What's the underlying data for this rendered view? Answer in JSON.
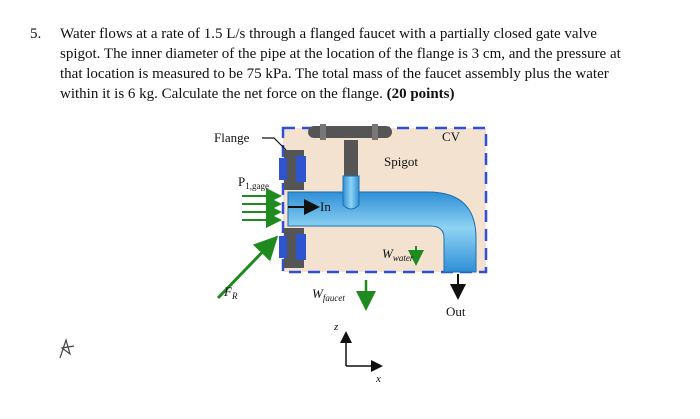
{
  "problem": {
    "number": "5.",
    "body": "Water flows at a rate of 1.5 L/s through a flanged faucet with a partially closed gate valve\nspigot. The inner diameter of the pipe at the location of the flange is 3 cm, and the pressure at\nthat location is measured to be 75 kPa. The total mass of the faucet assembly plus the water\nwithin it is 6 kg. Calculate the net force on the flange.",
    "points": "(20 points)"
  },
  "figure": {
    "flange_label": "Flange",
    "cv_label": "CV",
    "spigot_label": "Spigot",
    "p_label_main": "P",
    "p_label_sub": "1,gage",
    "in_label": "In",
    "fr_label": "F",
    "fr_sub": "R",
    "wfaucet_main": "W",
    "wfaucet_sub": "faucet",
    "wwater_main": "W",
    "wwater_sub": "water",
    "out_label": "Out",
    "z_label": "z",
    "x_label": "x",
    "colors": {
      "cv_box": "#f3e2cf",
      "cv_dash": "#2f4fd8",
      "pipe": "#2f8fd6",
      "pipe_light": "#8fd3f3",
      "flange_body": "#555555",
      "flange_bolt": "#2f54d0",
      "arrow_green": "#1f8a1f",
      "arrow_black": "#111111"
    }
  }
}
